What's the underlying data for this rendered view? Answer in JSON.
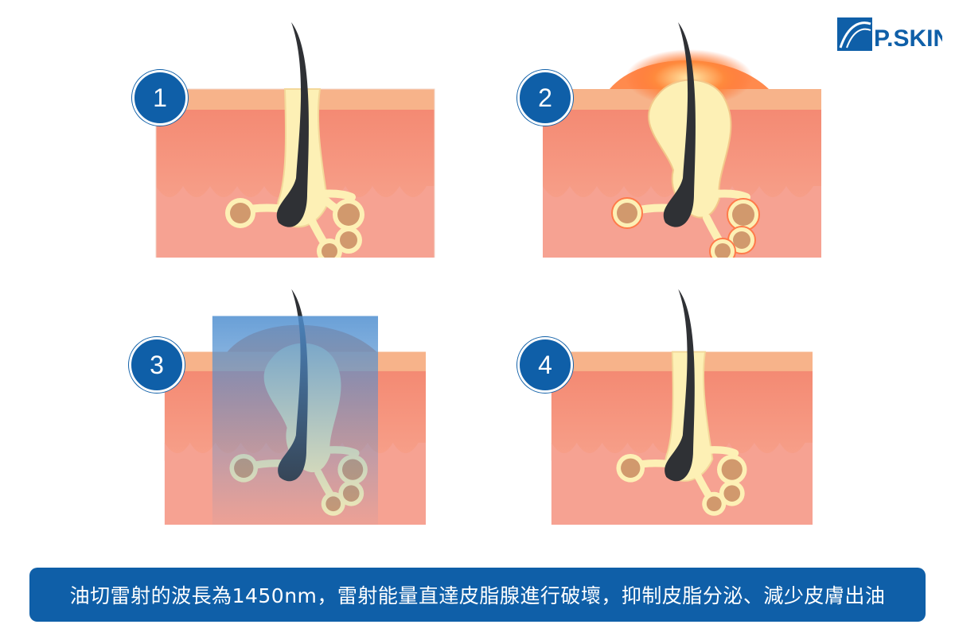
{
  "brand": {
    "logo_text": "P.SKIN",
    "logo_color": "#0f5fa8",
    "logo_accent": "#f2b200"
  },
  "steps": [
    {
      "number": "1"
    },
    {
      "number": "2"
    },
    {
      "number": "3"
    },
    {
      "number": "4"
    }
  ],
  "caption": "油切雷射的波長為1450nm，雷射能量直達皮脂腺進行破壞，抑制皮脂分泌、減少皮膚出油",
  "colors": {
    "badge": "#0f5fa8",
    "epidermis": "#f7b38a",
    "dermis": "#f48a73",
    "lower_dermis": "#f6a292",
    "follicle": "#fdf0b5",
    "hair": "#2f3135",
    "gland": "#c98a60",
    "inflammation": "#ff6a2b",
    "laser_overlay": "#4f8fd0"
  }
}
